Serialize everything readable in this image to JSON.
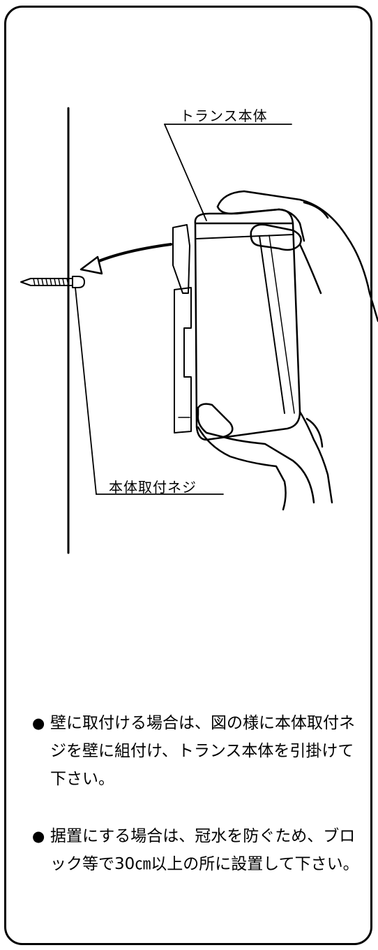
{
  "diagram": {
    "callout_transformer": "トランス本体",
    "callout_screw": "本体取付ネジ"
  },
  "notes": [
    {
      "bullet": "●",
      "text": "壁に取付ける場合は、図の様に本体取付ネジを壁に組付け、トランス本体を引掛けて下さい。"
    },
    {
      "bullet": "●",
      "text": "据置にする場合は、冠水を防ぐため、ブロック等で30㎝以上の所に設置して下さい。"
    }
  ]
}
